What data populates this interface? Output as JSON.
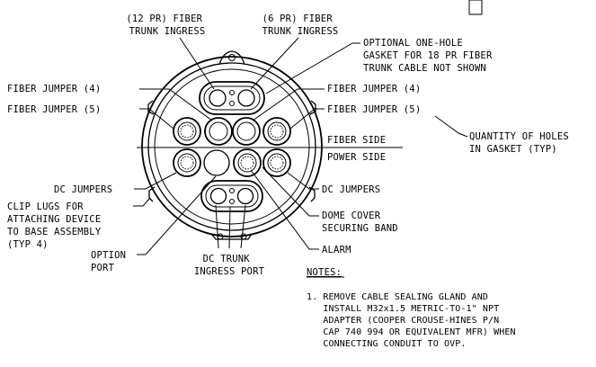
{
  "labels": {
    "fiber_trunk_12": [
      "(12 PR) FIBER",
      "TRUNK INGRESS"
    ],
    "fiber_trunk_6": [
      "(6 PR) FIBER",
      "TRUNK INGRESS"
    ],
    "optional_gasket": [
      "OPTIONAL ONE-HOLE",
      "GASKET FOR 18 PR FIBER",
      "TRUNK CABLE NOT SHOWN"
    ],
    "fiber_jumper_4_left": "FIBER JUMPER (4)",
    "fiber_jumper_5_left": "FIBER JUMPER (5)",
    "fiber_jumper_4_right": "FIBER JUMPER (4)",
    "fiber_jumper_5_right": "FIBER JUMPER (5)",
    "quantity_holes": [
      "QUANTITY OF HOLES",
      "IN GASKET (TYP)"
    ],
    "fiber_side": "FIBER SIDE",
    "power_side": "POWER SIDE",
    "dc_jumpers_left": "DC JUMPERS",
    "dc_jumpers_right": "DC JUMPERS",
    "clip_lugs": [
      "CLIP LUGS FOR",
      "ATTACHING DEVICE",
      "TO BASE ASSEMBLY",
      "(TYP 4)"
    ],
    "dome_cover": [
      "DOME COVER",
      "SECURING BAND"
    ],
    "alarm": "ALARM",
    "option_port": [
      "OPTION",
      "PORT"
    ],
    "dc_trunk": [
      "DC TRUNK",
      "INGRESS PORT"
    ]
  },
  "notes": {
    "heading": "NOTES:",
    "items": [
      [
        "1. REMOVE CABLE SEALING GLAND AND",
        "   INSTALL M32x1.5 METRIC-TO-1\" NPT",
        "   ADAPTER (COOPER CROUSE-HINES P/N",
        "   CAP 740 994 OR EQUIVALENT MFR) WHEN",
        "   CONNECTING CONDUIT TO OVP."
      ]
    ]
  }
}
